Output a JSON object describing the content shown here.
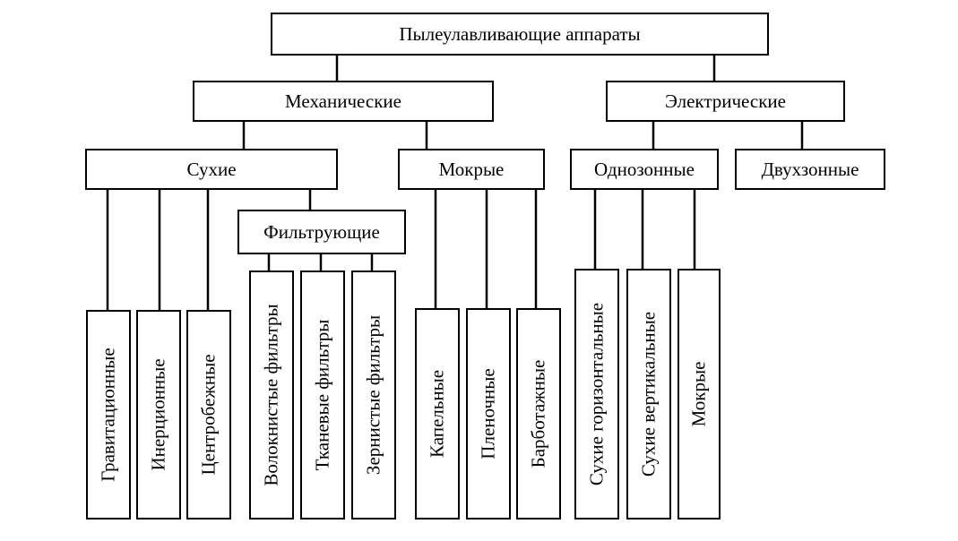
{
  "root": "Пылеулавливающие аппараты",
  "mechanical": {
    "label": "Механические",
    "dry": {
      "label": "Сухие",
      "items": [
        "Гравитационные",
        "Инерционные",
        "Центробежные"
      ],
      "filtering": {
        "label": "Фильтрующие",
        "items": [
          "Волокнистые фильтры",
          "Тканевые фильтры",
          "Зернистые фильтры"
        ]
      }
    },
    "wet": {
      "label": "Мокрые",
      "items": [
        "Капельные",
        "Пленочные",
        "Барботажные"
      ]
    }
  },
  "electric": {
    "label": "Электрические",
    "single_zone": {
      "label": "Однозонные",
      "items": [
        "Сухие горизонтальные",
        "Сухие вертикальные",
        "Мокрые"
      ]
    },
    "two_zone": {
      "label": "Двухзонные"
    }
  }
}
